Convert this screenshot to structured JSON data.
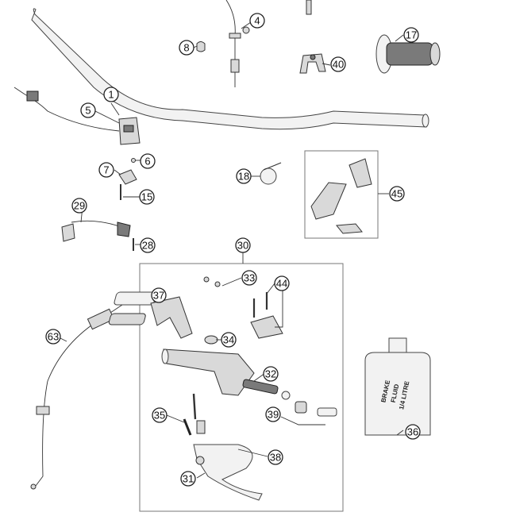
{
  "callouts": {
    "c1": "1",
    "c4": "4",
    "c5": "5",
    "c6": "6",
    "c7": "7",
    "c8": "8",
    "c15": "15",
    "c17": "17",
    "c18": "18",
    "c28": "28",
    "c29": "29",
    "c30": "30",
    "c31": "31",
    "c32": "32",
    "c33": "33",
    "c34": "34",
    "c35": "35",
    "c36": "36",
    "c37": "37",
    "c38": "38",
    "c39": "39",
    "c40": "40",
    "c44": "44",
    "c45": "45",
    "c63": "63"
  },
  "highlighted_callout": "32",
  "highlight_color": "#d42020",
  "brake_fluid_label": [
    "BRAKE",
    "FLUID",
    "1/4 LITRE"
  ]
}
